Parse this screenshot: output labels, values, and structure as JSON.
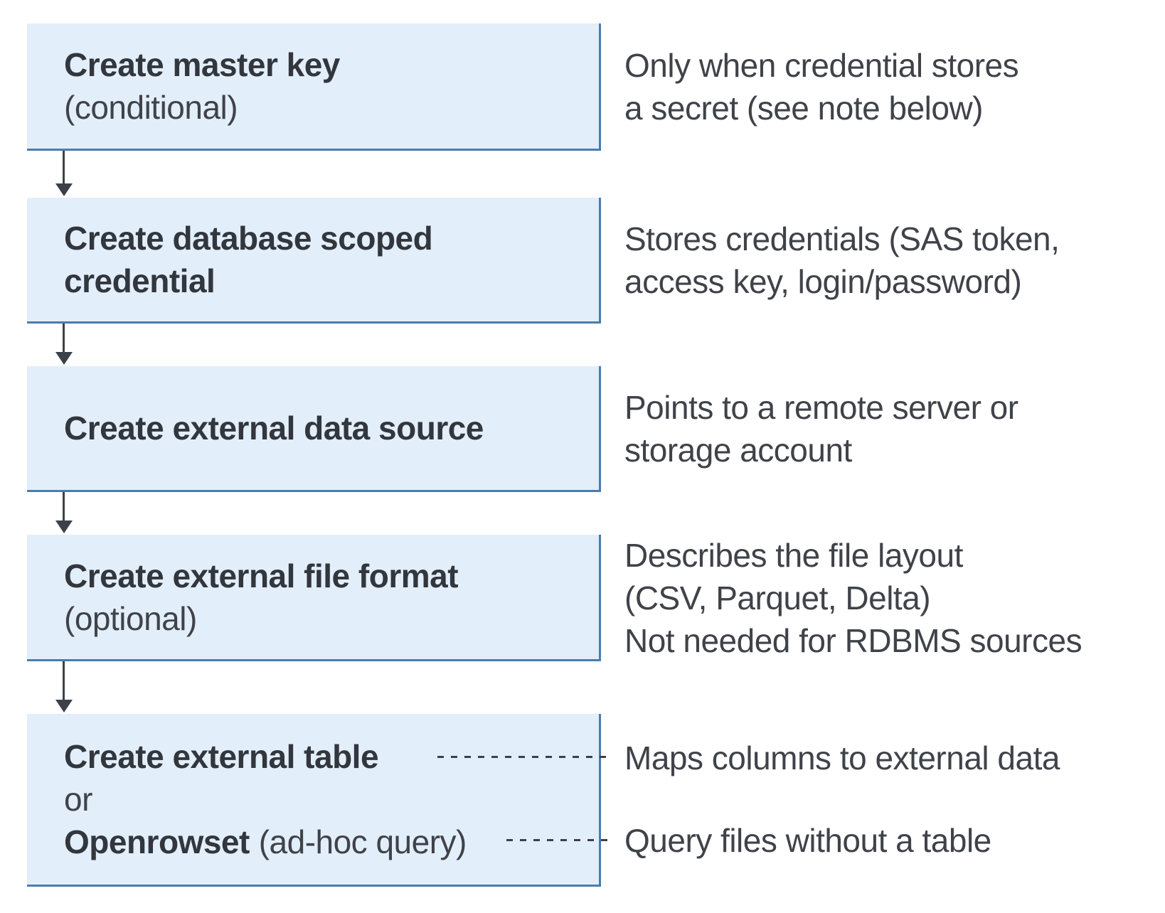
{
  "colors": {
    "box_fill": "#e3eefb",
    "box_border": "#4a7cae",
    "arrow": "#3c4149",
    "text": "#3f4349",
    "text_bold": "#32363d"
  },
  "boxes": [
    {
      "title": "Create master key",
      "subtitle": "(conditional)"
    },
    {
      "title": "Create database scoped credential"
    },
    {
      "title": "Create external data source"
    },
    {
      "title": "Create external file format",
      "subtitle": "(optional)"
    },
    {
      "title": "Create external table",
      "conjunction": "or",
      "alt_title": "Openrowset",
      "alt_suffix": "(ad-hoc query)"
    }
  ],
  "annotations": [
    {
      "lines": [
        "Only when credential stores",
        "a secret (see note below)"
      ]
    },
    {
      "lines": [
        "Stores credentials (SAS token,",
        "access key, login/password)"
      ]
    },
    {
      "lines": [
        "Points to a remote server or",
        "storage account"
      ]
    },
    {
      "lines": [
        "Describes the file layout",
        "(CSV, Parquet, Delta)",
        "Not needed for RDBMS sources"
      ]
    },
    {
      "lines": [
        "Maps columns to external data"
      ]
    },
    {
      "lines": [
        "Query files without a table"
      ]
    }
  ]
}
